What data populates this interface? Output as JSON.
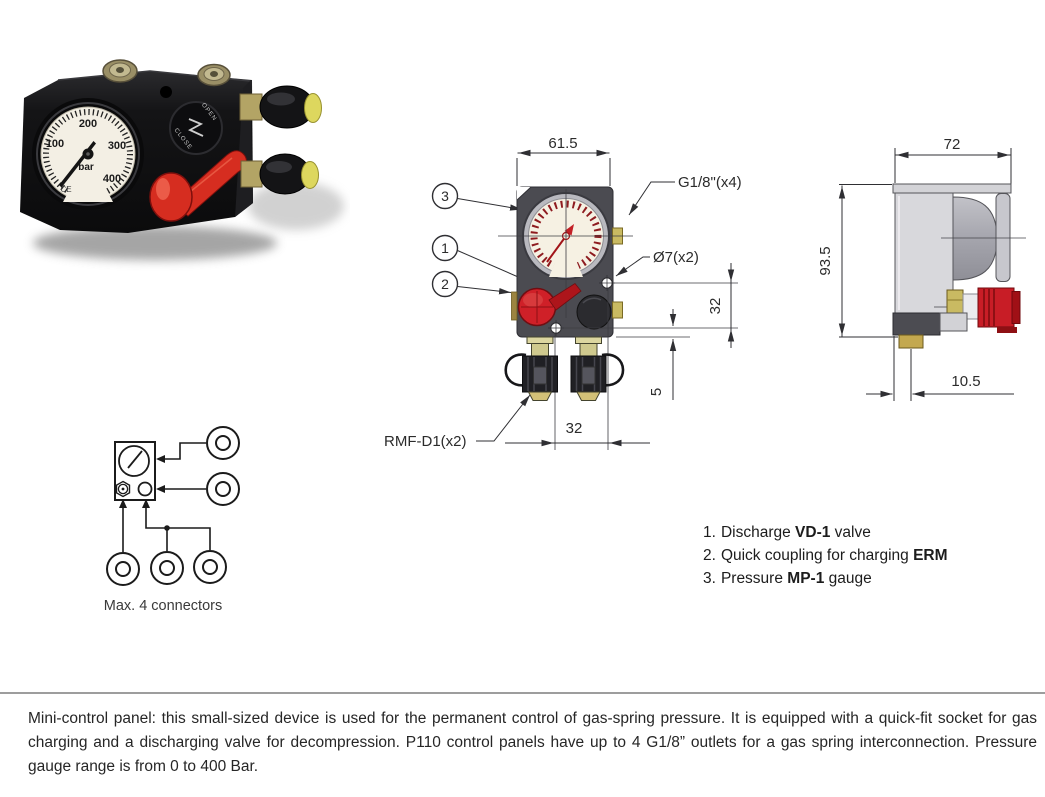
{
  "photo": {
    "gauge": {
      "n100": "100",
      "n200": "200",
      "n300": "300",
      "n400": "400",
      "unit": "bar",
      "ce": "CE"
    },
    "knob": {
      "open": "OPEN",
      "close": "CLOSE"
    }
  },
  "front_view": {
    "dim_width": "61.5",
    "dim_holes_vertical": "32",
    "dim_hole_to_edge": "5",
    "dim_holes_horizontal": "32",
    "port_label": "G1/8\"(x4)",
    "hole_label": "Ø7(x2)",
    "connector_label": "RMF-D1(x2)",
    "callout_gauge": "3",
    "callout_valve": "1",
    "callout_coupling": "2"
  },
  "side_view": {
    "dim_width": "72",
    "dim_height": "93.5",
    "dim_port_offset": "10.5"
  },
  "schematic": {
    "caption": "Max. 4 connectors"
  },
  "legend": {
    "items": [
      {
        "num": "1.",
        "pre": "Discharge ",
        "bold": "VD-1",
        "post": " valve"
      },
      {
        "num": "2.",
        "pre": "Quick coupling for charging ",
        "bold": "ERM",
        "post": ""
      },
      {
        "num": "3.",
        "pre": "Pressure ",
        "bold": "MP-1",
        "post": " gauge"
      }
    ]
  },
  "description": {
    "text": "Mini-control panel: this small-sized device is used for the permanent control of gas-spring pressure. It is equipped with a quick-fit socket for gas charging and a discharging valve for decompression. P110 control panels have up to 4 G1/8” outlets for a gas spring interconnection. Pressure gauge range is from 0 to 400 Bar."
  },
  "colors": {
    "accent_red": "#cf2028",
    "brass": "#c9ba62",
    "drawing_body_gray": "#4b4b51",
    "side_view_gray": "#d8d8dc",
    "line": "#2f2f33",
    "gauge_face": "#f6f1e3",
    "tick_red": "#8e1b1f"
  }
}
